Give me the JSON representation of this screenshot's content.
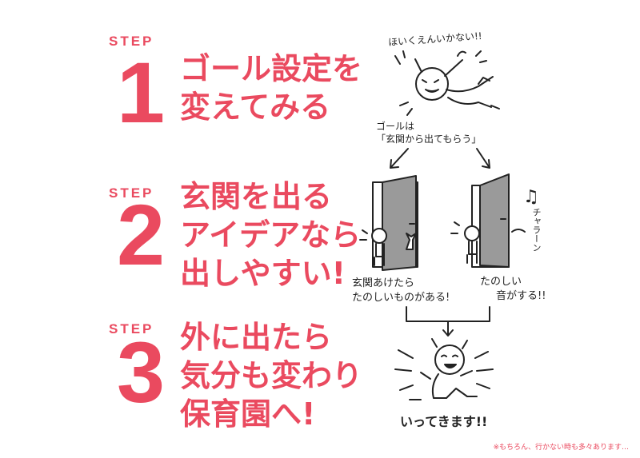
{
  "steps": [
    {
      "label": "STEP",
      "number": "1",
      "lines": [
        "ゴール設定を",
        "変えてみる"
      ]
    },
    {
      "label": "STEP",
      "number": "2",
      "lines": [
        "玄関を出る",
        "アイデアなら",
        "出しやすい!"
      ]
    },
    {
      "label": "STEP",
      "number": "3",
      "lines": [
        "外に出たら",
        "気分も変わり",
        "保育園へ!"
      ]
    }
  ],
  "illustration": {
    "top_exclaim": "ほいくえんいかない!!",
    "goal_line1": "ゴールは",
    "goal_line2": "「玄関から出てもらう」",
    "left_caption_line1": "玄関あけたら",
    "left_caption_line2": "たのしいものがある!",
    "right_caption_line1": "たのしい",
    "right_caption_line2": "音がする!!",
    "sound_effect": "チャラーン",
    "music_note": "♫",
    "bottom_caption": "いってきます!!"
  },
  "footnote": "※もちろん、行かない時も多々あります…",
  "colors": {
    "accent": "#ea4a5f",
    "ink": "#222222",
    "door_gray": "#9a9a9a"
  }
}
